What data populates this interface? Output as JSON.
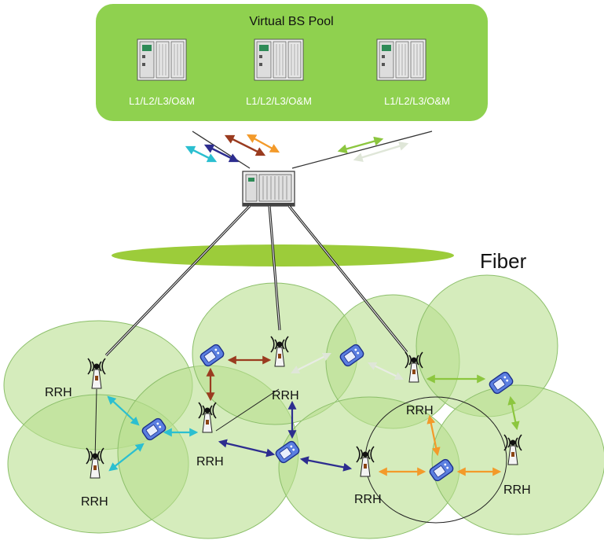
{
  "pool": {
    "title": "Virtual BS Pool",
    "units": [
      {
        "label": "L1/L2/L3/O&M"
      },
      {
        "label": "L1/L2/L3/O&M"
      },
      {
        "label": "L1/L2/L3/O&M"
      }
    ]
  },
  "fiber": {
    "label": "Fiber"
  },
  "rrh_label": "RRH",
  "colors": {
    "pool_fill": "#8fd14f",
    "cell_fill": "#b9df8f",
    "fiber_band": "#9ccc3a",
    "arrow_cyan": "#2bbfd0",
    "arrow_navy": "#2d2d8f",
    "arrow_brown": "#9a3b1f",
    "arrow_orange": "#f39a2a",
    "arrow_green": "#8cc63f",
    "arrow_white": "#e8ece4",
    "phone": "#4a6fd1"
  }
}
